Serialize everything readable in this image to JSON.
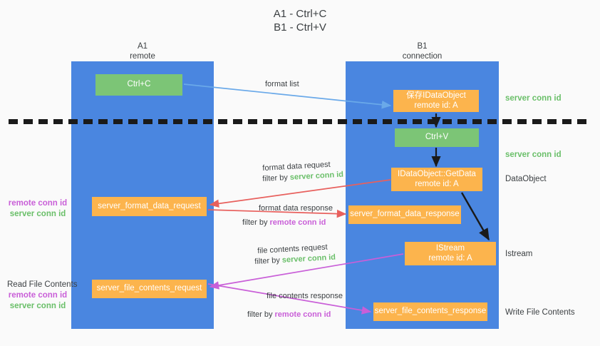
{
  "title": {
    "line1": "A1 - Ctrl+C",
    "line2": "B1 - Ctrl+V"
  },
  "columns": {
    "left": {
      "name": "A1",
      "role": "remote"
    },
    "right": {
      "name": "B1",
      "role": "connection"
    }
  },
  "colors": {
    "lane": "#4a86e0",
    "green_node": "#7cc576",
    "orange_node": "#fcb44d",
    "server_conn_id": "#6abf69",
    "remote_conn_id": "#c95fd8",
    "arrow_blue": "#6aa9e9",
    "arrow_red": "#e8605d",
    "arrow_magenta": "#c95fd8",
    "arrow_black": "#1a1a1a",
    "divider": "#1a1a1a",
    "background": "#fafafa"
  },
  "nodes": {
    "ctrl_c": {
      "label": "Ctrl+C",
      "type": "green"
    },
    "ctrl_v": {
      "label": "Ctrl+V",
      "type": "green"
    },
    "idataobject": {
      "line1": "保存IDataObject",
      "line2": "remote id: A",
      "type": "orange"
    },
    "getdata": {
      "line1": "IDataObject::GetData",
      "line2": "remote id: A",
      "type": "orange"
    },
    "istream": {
      "line1": "IStream",
      "line2": "remote id: A",
      "type": "orange"
    },
    "server_format_data_request": {
      "label": "server_format_data_request",
      "type": "orange"
    },
    "server_format_data_response": {
      "label": "server_format_data_response",
      "type": "orange"
    },
    "server_file_contents_request": {
      "label": "server_file_contents_request",
      "type": "orange"
    },
    "server_file_contents_response": {
      "label": "server_file_contents_response",
      "type": "orange"
    }
  },
  "edge_labels": {
    "format_list": "format list",
    "format_data_request": "format data request",
    "format_data_request_filter_prefix": "filter by ",
    "format_data_request_filter_accent": "server conn id",
    "format_data_response": "format data response",
    "format_data_response_filter_prefix": "filter by ",
    "format_data_response_filter_accent": "remote conn id",
    "file_contents_request": "file contents request",
    "file_contents_request_filter_prefix": "filter by ",
    "file_contents_request_filter_accent": "server conn id",
    "file_contents_response": "file contents response",
    "file_contents_response_filter_prefix": "filter by ",
    "file_contents_response_filter_accent": "remote conn id"
  },
  "annotations": {
    "left_format": {
      "remote": "remote conn id",
      "server": "server conn id"
    },
    "left_file": {
      "heading": "Read File Contents",
      "remote": "remote conn id",
      "server": "server conn id"
    },
    "right_server_conn_id_1": "server conn id",
    "right_server_conn_id_2": "server conn id",
    "right_dataobject": "DataObject",
    "right_istream": "Istream",
    "right_write_file_contents": "Write File Contents"
  }
}
